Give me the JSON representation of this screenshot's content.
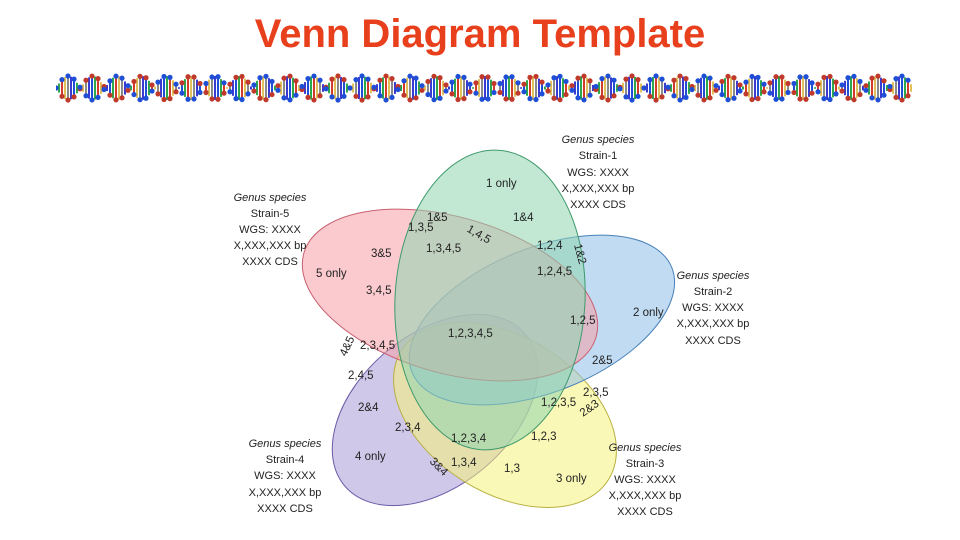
{
  "title": "Venn Diagram Template",
  "colors": {
    "title": "#e8401c",
    "set1": "#8fd6b0",
    "set2": "#8dbde8",
    "set3": "#f6f27a",
    "set4": "#a99ad6",
    "set5": "#f59ea6"
  },
  "strains": [
    {
      "species": "Genus species",
      "strain": "Strain-1",
      "wgs": "WGS: XXXX",
      "bp": "X,XXX,XXX bp",
      "cds": "XXXX CDS"
    },
    {
      "species": "Genus species",
      "strain": "Strain-2",
      "wgs": "WGS: XXXX",
      "bp": "X,XXX,XXX bp",
      "cds": "XXXX CDS"
    },
    {
      "species": "Genus species",
      "strain": "Strain-3",
      "wgs": "WGS: XXXX",
      "bp": "X,XXX,XXX bp",
      "cds": "XXXX CDS"
    },
    {
      "species": "Genus species",
      "strain": "Strain-4",
      "wgs": "WGS: XXXX",
      "bp": "X,XXX,XXX bp",
      "cds": "XXXX CDS"
    },
    {
      "species": "Genus species",
      "strain": "Strain-5",
      "wgs": "WGS: XXXX",
      "bp": "X,XXX,XXX bp",
      "cds": "XXXX CDS"
    }
  ],
  "regions": {
    "r1": "1 only",
    "r2": "2 only",
    "r3": "3 only",
    "r4": "4 only",
    "r5": "5 only",
    "r1_4": "1&4",
    "r1_5": "1&5",
    "r1_2": "1&2",
    "r2_5": "2&5",
    "r2_3": "2&3",
    "r2_4": "2&4",
    "r3_4": "3&4",
    "r3_5": "3&5",
    "r4_5": "4&5",
    "r1_3": "1,3",
    "r1_3_5": "1,3,5",
    "r1_4_5": "1,4,5",
    "r1_2_4": "1,2,4",
    "r3_4_5": "3,4,5",
    "r1_2_5": "1,2,5",
    "r2_3_5": "2,3,5",
    "r2_4_5": "2,4,5",
    "r2_3_4": "2,3,4",
    "r1_2_3": "1,2,3",
    "r1_3_4": "1,3,4",
    "r1_3_4_5": "1,3,4,5",
    "r1_2_4_5": "1,2,4,5",
    "r2_3_4_5": "2,3,4,5",
    "r1_2_3_5": "1,2,3,5",
    "r1_2_3_4": "1,2,3,4",
    "r1_2_3_4_5": "1,2,3,4,5"
  }
}
